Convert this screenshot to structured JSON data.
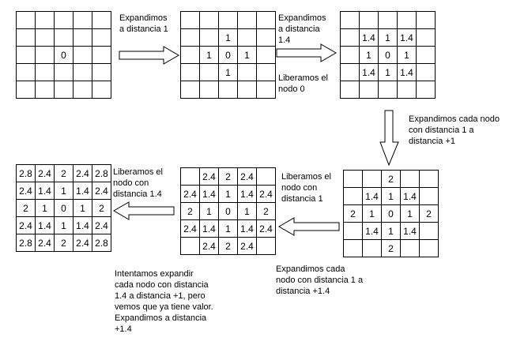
{
  "grids": {
    "g1": [
      [
        "",
        "",
        "",
        "",
        ""
      ],
      [
        "",
        "",
        "",
        "",
        ""
      ],
      [
        "",
        "",
        "0",
        "",
        ""
      ],
      [
        "",
        "",
        "",
        "",
        ""
      ],
      [
        "",
        "",
        "",
        "",
        ""
      ]
    ],
    "g2": [
      [
        "",
        "",
        "",
        "",
        ""
      ],
      [
        "",
        "",
        "1",
        "",
        ""
      ],
      [
        "",
        "1",
        "0",
        "1",
        ""
      ],
      [
        "",
        "",
        "1",
        "",
        ""
      ],
      [
        "",
        "",
        "",
        "",
        ""
      ]
    ],
    "g3": [
      [
        "",
        "",
        "",
        "",
        ""
      ],
      [
        "",
        "1.4",
        "1",
        "1.4",
        ""
      ],
      [
        "",
        "1",
        "0",
        "1",
        ""
      ],
      [
        "",
        "1.4",
        "1",
        "1.4",
        ""
      ],
      [
        "",
        "",
        "",
        "",
        ""
      ]
    ],
    "g4": [
      [
        "",
        "",
        "2",
        "",
        ""
      ],
      [
        "",
        "1.4",
        "1",
        "1.4",
        ""
      ],
      [
        "2",
        "1",
        "0",
        "1",
        "2"
      ],
      [
        "",
        "1.4",
        "1",
        "1.4",
        ""
      ],
      [
        "",
        "",
        "2",
        "",
        ""
      ]
    ],
    "g5": [
      [
        "",
        "2.4",
        "2",
        "2.4",
        ""
      ],
      [
        "2.4",
        "1.4",
        "1",
        "1.4",
        "2.4"
      ],
      [
        "2",
        "1",
        "0",
        "1",
        "2"
      ],
      [
        "2.4",
        "1.4",
        "1",
        "1.4",
        "2.4"
      ],
      [
        "",
        "2.4",
        "2",
        "2.4",
        ""
      ]
    ],
    "g6": [
      [
        "2.8",
        "2.4",
        "2",
        "2.4",
        "2.8"
      ],
      [
        "2.4",
        "1.4",
        "1",
        "1.4",
        "2.4"
      ],
      [
        "2",
        "1",
        "0",
        "1",
        "2"
      ],
      [
        "2.4",
        "1.4",
        "1",
        "1.4",
        "2.4"
      ],
      [
        "2.8",
        "2.4",
        "2",
        "2.4",
        "2.8"
      ]
    ]
  },
  "labels": {
    "step1": "Expandimos\na distancia 1",
    "step2": "Expandimos\na distancia\n1.4",
    "release0": "Liberamos el\nnodo 0",
    "step3": "Expandimos cada nodo\ncon distancia 1 a\ndistancia +1",
    "release1": "Liberamos el\nnodo con\ndistancia 1",
    "step4": "Expandimos cada\nnodo con distancia 1 a\ndistancia +1.4",
    "step5": "Intentamos expandir\ncada nodo con distancia\n1.4 a distancia +1, pero\nvemos que ya tiene valor.\nExpandimos a distancia\n+1.4",
    "release14": "Liberamos el\nnodo con\ndistancia 1.4"
  }
}
